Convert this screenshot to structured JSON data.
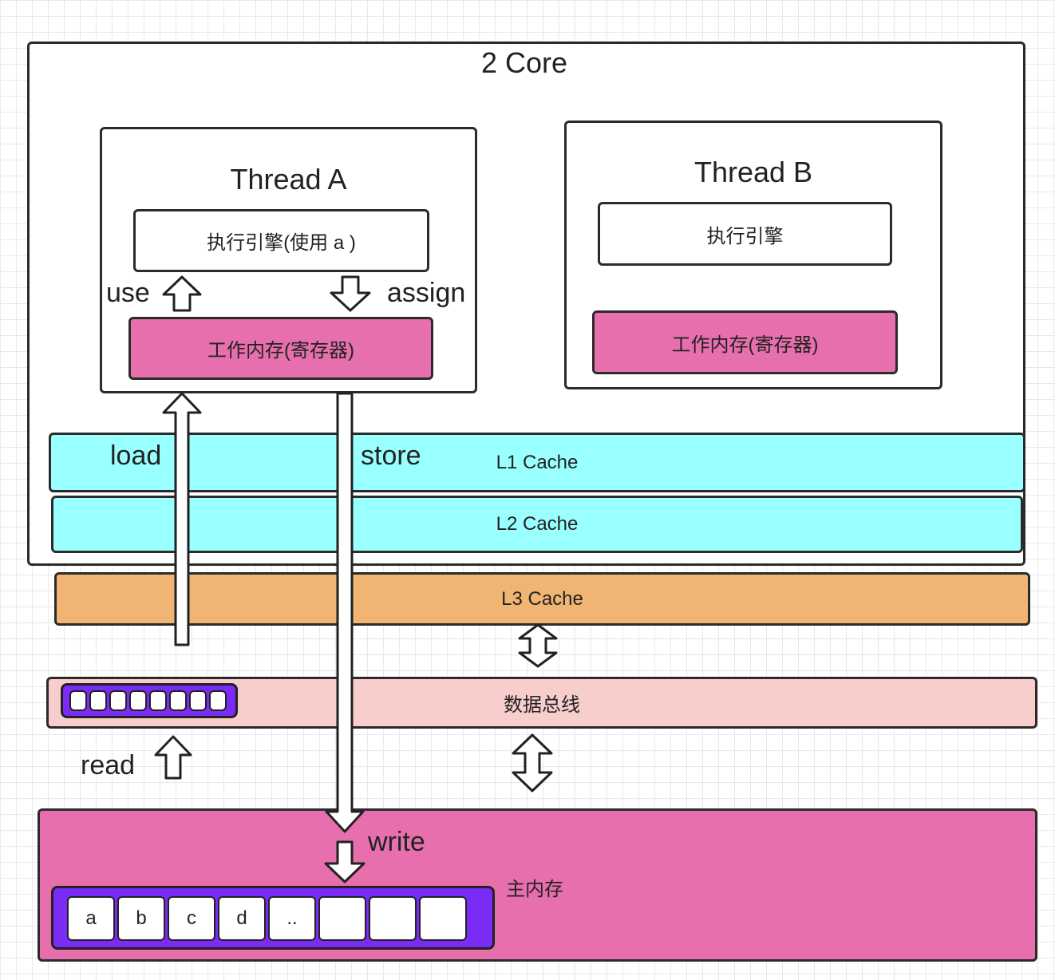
{
  "core": {
    "title": "2 Core"
  },
  "thread_a": {
    "title": "Thread A",
    "engine": "执行引擎(使用 a )",
    "working_memory": "工作内存(寄存器)",
    "op_use": "use",
    "op_assign": "assign"
  },
  "thread_b": {
    "title": "Thread B",
    "engine": "执行引擎",
    "working_memory": "工作内存(寄存器)"
  },
  "caches": {
    "l1": "L1 Cache",
    "l2": "L2 Cache",
    "l3": "L3 Cache"
  },
  "ops": {
    "load": "load",
    "store": "store",
    "read": "read",
    "write": "write"
  },
  "bus": {
    "label": "数据总线"
  },
  "main_memory": {
    "label": "主内存",
    "cells": [
      "a",
      "b",
      "c",
      "d",
      "..",
      "",
      "",
      ""
    ]
  },
  "colors": {
    "cache_l1_l2": "#99ffff",
    "cache_l3": "#f0b572",
    "working_memory": "#e86fad",
    "bus": "#f8cecc",
    "main_memory": "#e86fad",
    "array_frame": "#7a2bf5"
  }
}
